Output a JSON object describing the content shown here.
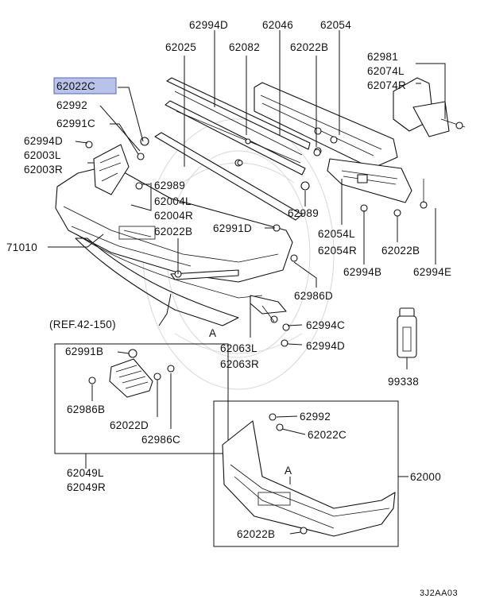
{
  "labels": {
    "l62994D_top": "62994D",
    "l62046": "62046",
    "l62054": "62054",
    "l62025": "62025",
    "l62082": "62082",
    "l62022B_top": "62022B",
    "l62981": "62981",
    "l62074L": "62074L",
    "l62074R": "62074R",
    "l62022C_hl": "62022C",
    "l62992_left": "62992",
    "l62991C": "62991C",
    "l62994D_left": "62994D",
    "l62003L": "62003L",
    "l62003R": "62003R",
    "l62989_a": "62989",
    "l62004L": "62004L",
    "l62004R": "62004R",
    "l62022B_mid": "62022B",
    "l71010": "71010",
    "l62991D": "62991D",
    "l62989_b": "62989",
    "l62054L": "62054L",
    "l62054R": "62054R",
    "l62022B_right": "62022B",
    "l62994B": "62994B",
    "l62994E": "62994E",
    "l62986D": "62986D",
    "ref": "(REF.42-150)",
    "markA_1": "A",
    "l62994C": "62994C",
    "l62994D_low": "62994D",
    "l62063L": "62063L",
    "l62063R": "62063R",
    "l99338": "99338",
    "l62991B": "62991B",
    "l62986B": "62986B",
    "l62022D": "62022D",
    "l62986C": "62986C",
    "l62049L": "62049L",
    "l62049R": "62049R",
    "l62992_box": "62992",
    "l62022C_box": "62022C",
    "markA_2": "A",
    "l62000": "62000",
    "l62022B_box": "62022B",
    "diagram_code": "3J2AA03"
  },
  "colors": {
    "highlight_fill": "#b9c3ea",
    "line": "#111111",
    "background": "#ffffff"
  }
}
